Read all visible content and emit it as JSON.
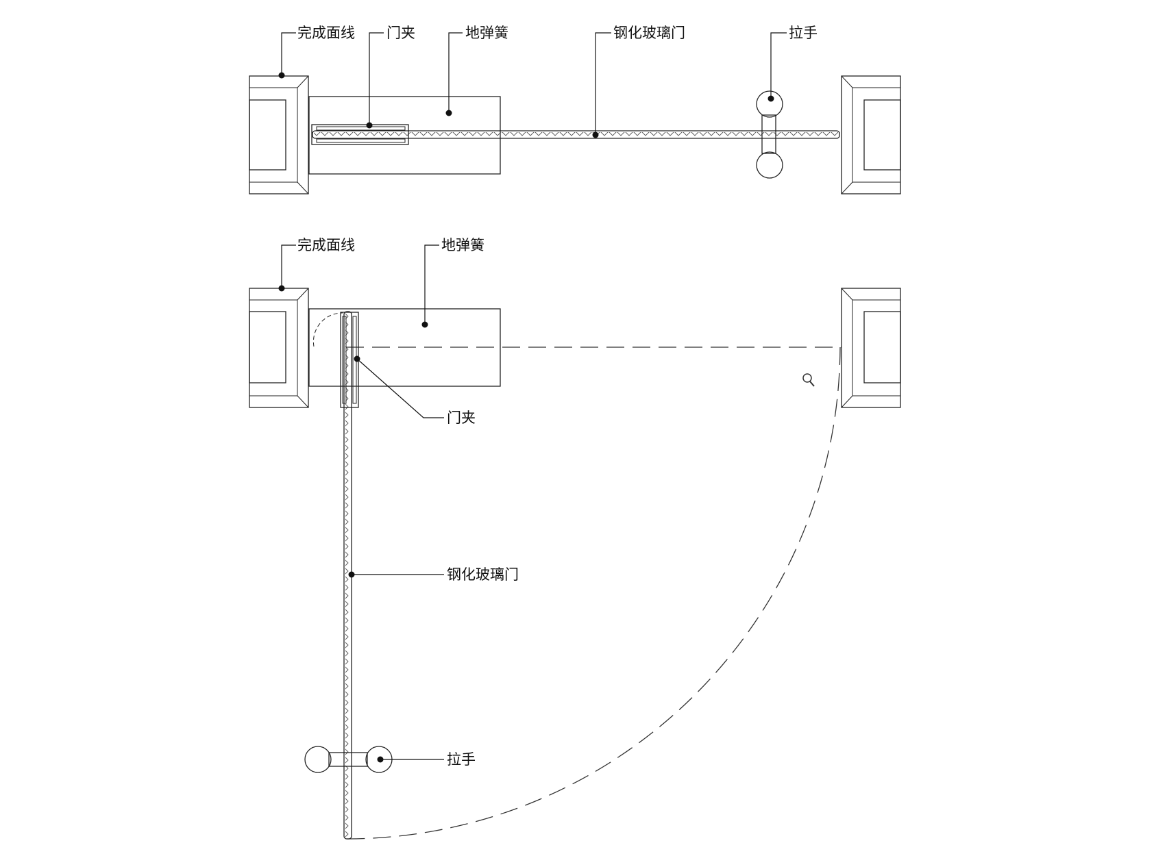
{
  "top_view": {
    "labels": {
      "finish_line": "完成面线",
      "door_clamp": "门夹",
      "floor_spring": "地弹簧",
      "tempered_glass_door": "钢化玻璃门",
      "handle": "拉手"
    }
  },
  "bottom_view": {
    "labels": {
      "finish_line": "完成面线",
      "floor_spring": "地弹簧",
      "door_clamp": "门夹",
      "tempered_glass_door": "钢化玻璃门",
      "handle": "拉手"
    }
  },
  "icons": {
    "zoom": "magnifier-icon"
  }
}
